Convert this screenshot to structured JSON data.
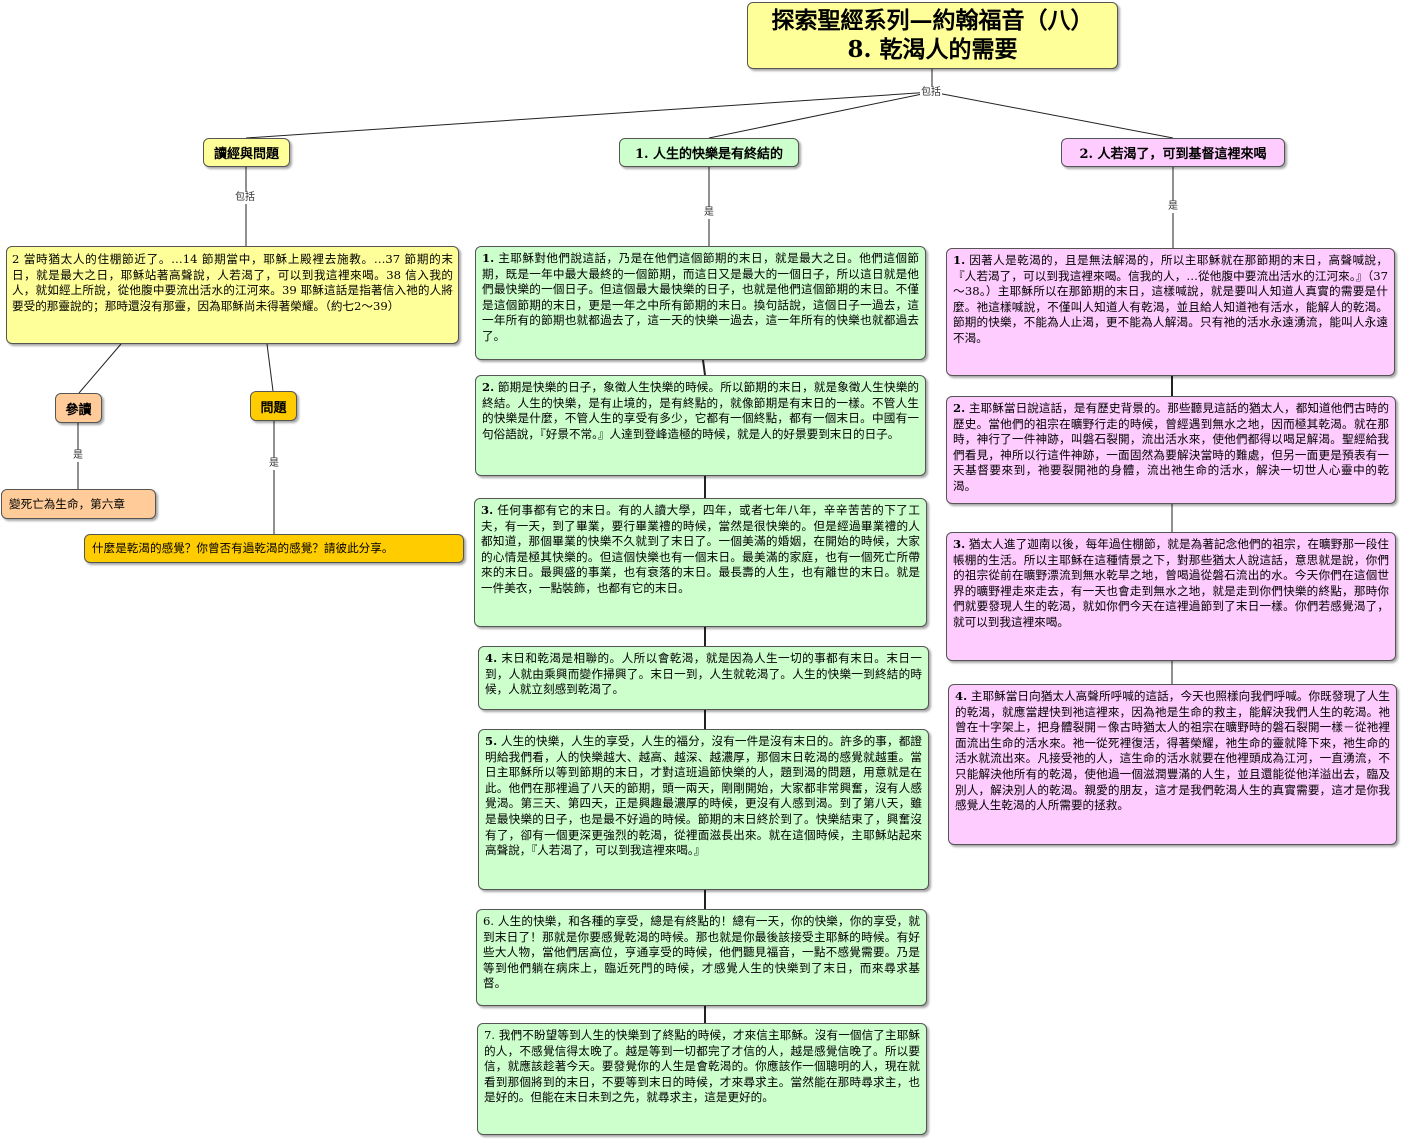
{
  "title": {
    "line1": "探索聖經系列—約翰福音（八）",
    "line2": "8. 乾渴人的需要"
  },
  "link_labels": {
    "root": "包括",
    "reading": "包括",
    "col1": "是",
    "col2": "是",
    "ref": "是",
    "question": "是"
  },
  "reading": {
    "header": "讀經與問題",
    "scripture": "2 當時猶太人的住棚節近了。…14 節期當中，耶穌上殿裡去施教。…37 節期的末日，就是最大之日，耶穌站著高聲說，人若渴了，可以到我這裡來喝。38 信入我的人，就如經上所說，從他腹中要流出活水的江河來。39 耶穌這話是指著信入祂的人將要受的那靈說的；那時還沒有那靈，因為耶穌尚未得著榮耀。（約七2～39）",
    "ref_label": "參讀",
    "ref_value": "變死亡為生命，第六章",
    "question_label": "問題",
    "question_value": "什麼是乾渴的感覺？你曾否有過乾渴的感覺？請彼此分享。"
  },
  "col1": {
    "header": "1. 人生的快樂是有終結的",
    "items": [
      {
        "num": "1.",
        "text": "主耶穌對他們說這話，乃是在他們這個節期的末日，就是最大之日。他們這個節期，既是一年中最大最終的一個節期，而這日又是最大的一個日子，所以這日就是他們最快樂的一個日子。但這個最大最快樂的日子，也就是他們這個節期的末日。不僅是這個節期的末日，更是一年之中所有節期的末日。換句話說，這個日子一過去，這一年所有的節期也就都過去了，這一天的快樂一過去，這一年所有的快樂也就都過去了。"
      },
      {
        "num": "2.",
        "text": "節期是快樂的日子，象徵人生快樂的時候。所以節期的末日，就是象徵人生快樂的終結。人生的快樂，是有止境的，是有終點的，就像節期是有末日的一樣。不管人生的快樂是什麼，不管人生的享受有多少，它都有一個終點，都有一個末日。中國有一句俗語說，『好景不常。』人達到登峰造極的時候，就是人的好景要到末日的日子。"
      },
      {
        "num": "3.",
        "text": "任何事都有它的末日。有的人讀大學，四年，或者七年八年，辛辛苦苦的下了工夫，有一天，到了畢業，要行畢業禮的時候，當然是很快樂的。但是經過畢業禮的人都知道，那個畢業的快樂不久就到了末日了。一個美滿的婚姻，在開始的時候，大家的心情是極其快樂的。但這個快樂也有一個末日。最美滿的家庭，也有一個死亡所帶來的末日。最興盛的事業，也有衰落的末日。最長壽的人生，也有離世的末日。就是一件美衣，一點裝飾，也都有它的末日。"
      },
      {
        "num": "4.",
        "text": "末日和乾渴是相聯的。人所以會乾渴，就是因為人生一切的事都有末日。末日一到，人就由乘興而變作掃興了。末日一到，人生就乾渴了。人生的快樂一到終結的時候，人就立刻感到乾渴了。"
      },
      {
        "num": "5.",
        "text": "人生的快樂，人生的享受，人生的福分，沒有一件是沒有末日的。許多的事，都證明給我們看，人的快樂越大、越高、越深、越濃厚，那個末日乾渴的感覺就越重。當日主耶穌所以等到節期的末日，才對這班過節快樂的人，題到渴的問題，用意就是在此。他們在那裡過了八天的節期，頭一兩天，剛剛開始，大家都非常興奮，沒有人感覺渴。第三天、第四天，正是興趣最濃厚的時候，更沒有人感到渴。到了第八天，雖是最快樂的日子，也是最不好過的時候。節期的末日終於到了。快樂結束了，興奮沒有了，卻有一個更深更強烈的乾渴，從裡面滋長出來。就在這個時候，主耶穌站起來高聲說，『人若渴了，可以到我這裡來喝。』"
      },
      {
        "num": "6.",
        "text": "人生的快樂，和各種的享受，總是有終點的！總有一天，你的快樂，你的享受，就到末日了！那就是你要感覺乾渴的時候。那也就是你最後該接受主耶穌的時候。有好些大人物，當他們居高位，亨通享受的時候，他們聽見福音，一點不感覺需要。乃是等到他們躺在病床上，臨近死門的時候，才感覺人生的快樂到了末日，而來尋求基督。"
      },
      {
        "num": "7.",
        "text": "我們不盼望等到人生的快樂到了終點的時候，才來信主耶穌。沒有一個信了主耶穌的人，不感覺信得太晚了。越是等到一切都完了才信的人，越是感覺信晚了。所以要信，就應該趁著今天。要發覺你的人生是會乾渴的。你應該作一個聰明的人，現在就看到那個將到的末日，不要等到末日的時候，才來尋求主。當然能在那時尋求主，也是好的。但能在末日未到之先，就尋求主，這是更好的。"
      }
    ]
  },
  "col2": {
    "header": "2. 人若渴了，可到基督這裡來喝",
    "items": [
      {
        "num": "1.",
        "text": "因著人是乾渴的，且是無法解渴的，所以主耶穌就在那節期的末日，高聲喊說，『人若渴了，可以到我這裡來喝。信我的人，…從他腹中要流出活水的江河來。』（37～38。）主耶穌所以在那節期的末日，這樣喊說，就是要叫人知道人真實的需要是什麼。祂這樣喊說，不僅叫人知道人有乾渴，並且給人知道祂有活水，能解人的乾渴。節期的快樂，不能為人止渴，更不能為人解渴。只有祂的活水永遠湧流，能叫人永遠不渴。"
      },
      {
        "num": "2.",
        "text": "主耶穌當日說這話，是有歷史背景的。那些聽見這話的猶太人，都知道他們古時的歷史。當他們的祖宗在曠野行走的時候，曾經遇到無水之地，因而極其乾渴。就在那時，神行了一件神跡，叫磐石裂開，流出活水來，使他們都得以喝足解渴。聖經給我們看見，神所以行這件神跡，一面固然為要解決當時的難處，但另一面更是預表有一天基督要來到，祂要裂開祂的身體，流出祂生命的活水，解決一切世人心靈中的乾渴。"
      },
      {
        "num": "3.",
        "text": "猶太人進了迦南以後，每年過住棚節，就是為著記念他們的祖宗，在曠野那一段住帳棚的生活。所以主耶穌在這種情景之下，對那些猶太人說這話，意思就是說，你們的祖宗從前在曠野漂流到無水乾旱之地，曾喝過從磐石流出的水。今天你們在這個世界的曠野裡走來走去，有一天也會走到無水之地，就是走到你們快樂的終點，那時你們就要發現人生的乾渴，就如你們今天在這裡過節到了末日一樣。你們若感覺渴了，就可以到我這裡來喝。"
      },
      {
        "num": "4.",
        "text": "主耶穌當日向猶太人高聲所呼喊的這話，今天也照樣向我們呼喊。你既發現了人生的乾渴，就應當趕快到祂這裡來，因為祂是生命的救主，能解決我們人生的乾渴。祂曾在十字架上，把身體裂開－像古時猶太人的祖宗在曠野時的磐石裂開一樣－從祂裡面流出生命的活水來。祂一從死裡復活，得著榮耀，祂生命的靈就降下來，祂生命的活水就流出來。凡接受祂的人，這生命的活水就要在他裡頭成為江河，一直湧流，不只能解決他所有的乾渴，使他過一個滋潤豐滿的人生，並且還能從他洋溢出去，臨及別人，解決別人的乾渴。親愛的朋友，這才是我們乾渴人生的真實需要，這才是你我感覺人生乾渴的人所需要的拯救。"
      }
    ]
  }
}
